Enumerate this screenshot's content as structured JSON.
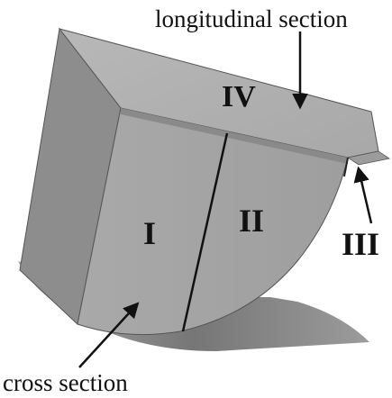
{
  "labels": {
    "longitudinal": "longitudinal section",
    "cross": "cross section",
    "region_1": "I",
    "region_2": "II",
    "region_3": "III",
    "region_4": "IV"
  },
  "colors": {
    "front_face": "#a5a5a5",
    "side_face": "#8f8f8f",
    "top_face": "#b3b3b3",
    "edge": "#555555",
    "shadow": "#6f6f6f",
    "text": "#111111"
  }
}
